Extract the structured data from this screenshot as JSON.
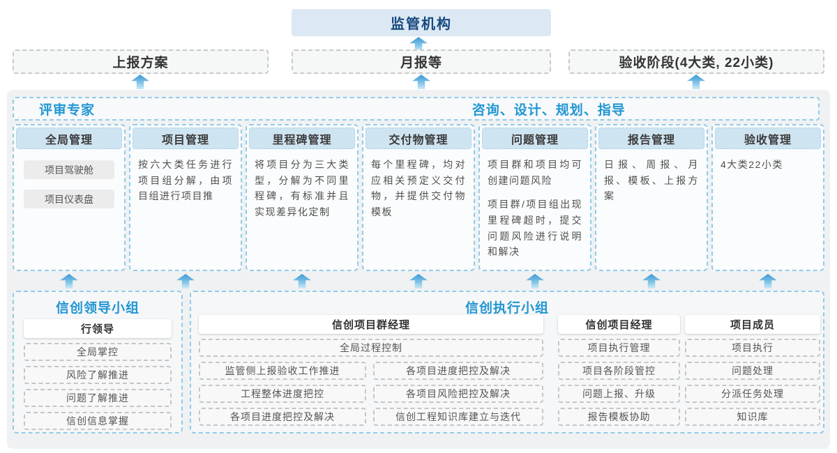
{
  "regulator": {
    "label": "监管机构"
  },
  "report_row": {
    "items": [
      {
        "label": "上报方案"
      },
      {
        "label": "月报等"
      },
      {
        "label": "验收阶段(4大类, 22小类)"
      }
    ]
  },
  "platform": {
    "expert_label": "评审专家",
    "consult_label": "咨询、设计、规划、指导",
    "columns": [
      {
        "title": "全局管理",
        "pills": [
          "项目驾驶舱",
          "项目仪表盘"
        ]
      },
      {
        "title": "项目管理",
        "paragraphs": [
          "按六大类任务进行项目组分解，由项目组进行项目推"
        ]
      },
      {
        "title": "里程碑管理",
        "paragraphs": [
          "将项目分为三大类型，分解为不同里程碑，有标准并且实现差异化定制"
        ]
      },
      {
        "title": "交付物管理",
        "paragraphs": [
          "每个里程碑，均对应相关预定义交付物，并提供交付物模板"
        ]
      },
      {
        "title": "问题管理",
        "paragraphs": [
          "项目群和项目均可创建问题风险",
          "项目群/项目组出现里程碑超时，提交问题风险进行说明和解决"
        ]
      },
      {
        "title": "报告管理",
        "paragraphs": [
          "日报、周报、月报、模板、上报方案"
        ]
      },
      {
        "title": "验收管理",
        "paragraphs": [
          "4大类22小类"
        ]
      }
    ]
  },
  "leadership": {
    "title": "信创领导小组",
    "role": "行领导",
    "items": [
      "全局掌控",
      "风险了解推进",
      "问题了解推进",
      "信创信息掌握"
    ]
  },
  "execution": {
    "title": "信创执行小组",
    "groups": [
      {
        "role": "信创项目群经理",
        "full_item": "全局过程控制",
        "left_items": [
          "监管侧上报验收工作推进",
          "工程整体进度把控",
          "各项目进度把控及解决"
        ],
        "right_items": [
          "各项目进度把控及解决",
          "各项目风险把控及解决",
          "信创工程知识库建立与迭代"
        ]
      },
      {
        "role": "信创项目经理",
        "items": [
          "项目执行管理",
          "项目各阶段管控",
          "问题上报、升级",
          "报告模板协助"
        ]
      },
      {
        "role": "项目成员",
        "items": [
          "项目执行",
          "问题处理",
          "分派任务处理",
          "知识库"
        ]
      }
    ]
  },
  "colors": {
    "accent_blue": "#2196d3",
    "dark_blue_text": "#17497e",
    "regulator_bg": "#dce8f4",
    "column_header_bg": "#cfe4f1",
    "blue_dashed_border": "#93cbe9",
    "gray_dashed_border": "#c9c9c9",
    "platform_bg": "#f0f1f2",
    "arrow_top": "#3d99d4",
    "arrow_bottom": "#cfeaf8"
  }
}
